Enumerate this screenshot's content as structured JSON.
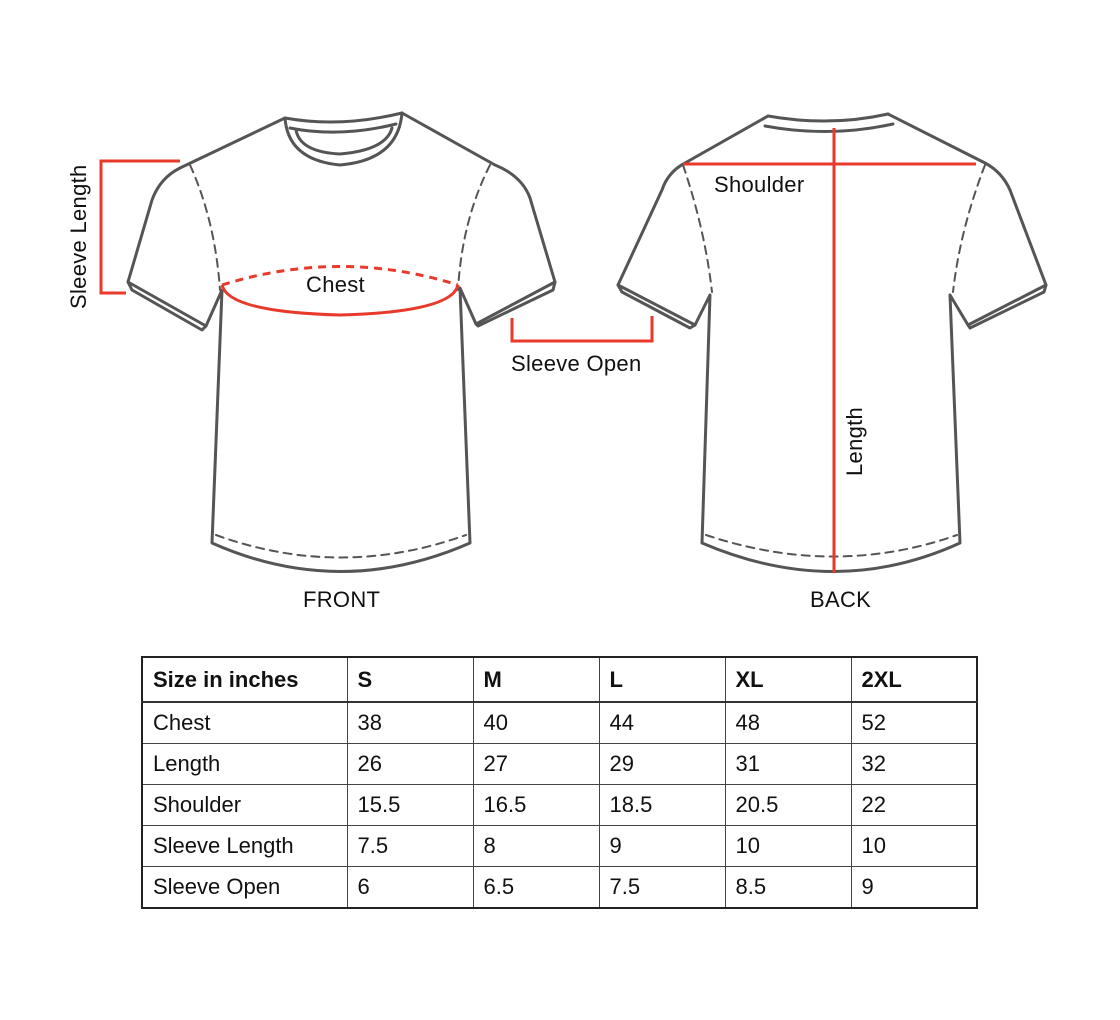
{
  "colors": {
    "outline": "#555555",
    "measure": "#e8392a",
    "text": "#111111"
  },
  "diagram": {
    "front_caption": "FRONT",
    "back_caption": "BACK",
    "labels": {
      "sleeve_length": "Sleeve Length",
      "chest": "Chest",
      "sleeve_open": "Sleeve Open",
      "shoulder": "Shoulder",
      "length": "Length"
    }
  },
  "size_table": {
    "header": [
      "Size in inches",
      "S",
      "M",
      "L",
      "XL",
      "2XL"
    ],
    "rows": [
      [
        "Chest",
        "38",
        "40",
        "44",
        "48",
        "52"
      ],
      [
        "Length",
        "26",
        "27",
        "29",
        "31",
        "32"
      ],
      [
        "Shoulder",
        "15.5",
        "16.5",
        "18.5",
        "20.5",
        "22"
      ],
      [
        "Sleeve Length",
        "7.5",
        "8",
        "9",
        "10",
        "10"
      ],
      [
        "Sleeve Open",
        "6",
        "6.5",
        "7.5",
        "8.5",
        "9"
      ]
    ]
  }
}
